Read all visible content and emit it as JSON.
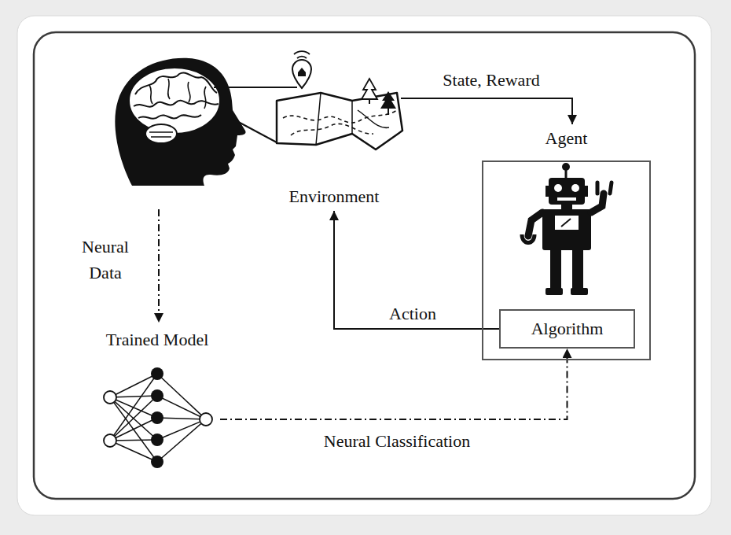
{
  "diagram": {
    "nodes": [
      {
        "text": [
          "Environment"
        ]
      },
      {
        "text": [
          "Agent"
        ]
      },
      {
        "text": [
          "Algorithm"
        ],
        "in": 1
      },
      {
        "text": [
          "Trained Model"
        ]
      }
    ],
    "edges": [
      {
        "from": 0,
        "to": 1,
        "label": "State, Reward",
        "arrow": "to"
      },
      {
        "from": 2,
        "to": 0,
        "label": "Action",
        "arrow": "to"
      },
      {
        "from": 3,
        "to": 2,
        "label": "Neural Classification",
        "arrow": "to"
      }
    ],
    "labels": [
      "Neural Data"
    ]
  }
}
